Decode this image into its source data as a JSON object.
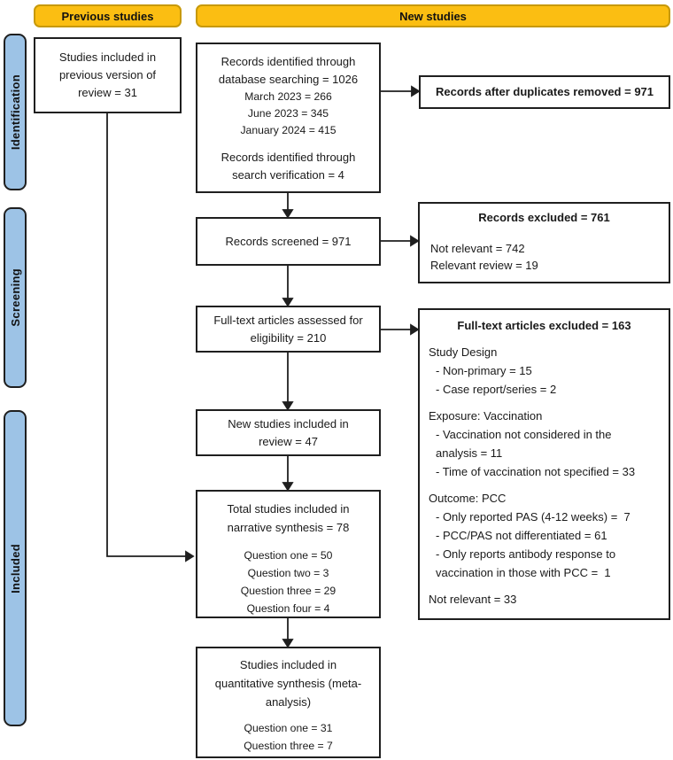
{
  "palette": {
    "header_fill": "#FBBE12",
    "header_border": "#C7990A",
    "sidebar_fill": "#9DC3E6",
    "line_color": "#1f1f1f"
  },
  "headers": {
    "previous_label": "Previous studies",
    "new_label": "New studies"
  },
  "sidebar": {
    "identification": "Identification",
    "screening": "Screening",
    "included": "Included"
  },
  "boxes": {
    "previous_studies": {
      "text": "Studies included in\nprevious version of\nreview = 31"
    },
    "records_identified": {
      "para1": "Records identified through\ndatabase searching = 1026",
      "sub": "March 2023 = 266\nJune 2023 = 345\nJanuary 2024 = 415",
      "para2": "Records identified through\nsearch verification = 4"
    },
    "duplicates_removed": {
      "label": "Records after duplicates removed = 971"
    },
    "records_screened": {
      "label": "Records screened = 971"
    },
    "records_excluded": {
      "title": "Records excluded = 761",
      "items": "Not relevant = 742\nRelevant review = 19"
    },
    "fulltext_assessed": {
      "text": "Full-text articles assessed for\neligibility = 210"
    },
    "fulltext_excluded": {
      "title": "Full-text articles excluded = 163",
      "groups": [
        {
          "heading": "Study Design",
          "items": "- Non-primary = 15\n- Case report/series = 2"
        },
        {
          "heading": "Exposure: Vaccination",
          "items": "- Vaccination not considered in the\nanalysis = 11\n- Time of vaccination not specified = 33"
        },
        {
          "heading": "Outcome: PCC",
          "items": "- Only reported PAS (4-12 weeks) =  7\n- PCC/PAS not differentiated = 61\n- Only reports antibody response to\nvaccination in those with PCC =  1"
        }
      ],
      "footer": "Not relevant = 33"
    },
    "new_studies": {
      "text": "New studies included in\nreview = 47"
    },
    "narrative_synthesis": {
      "text": "Total studies included in\nnarrative synthesis = 78",
      "questions": "Question one = 50\nQuestion two = 3\nQuestion three = 29\nQuestion four = 4"
    },
    "quantitative_synthesis": {
      "text": "Studies included in\nquantitative synthesis (meta-\nanalysis)",
      "questions": "Question one = 31\nQuestion three = 7"
    }
  }
}
